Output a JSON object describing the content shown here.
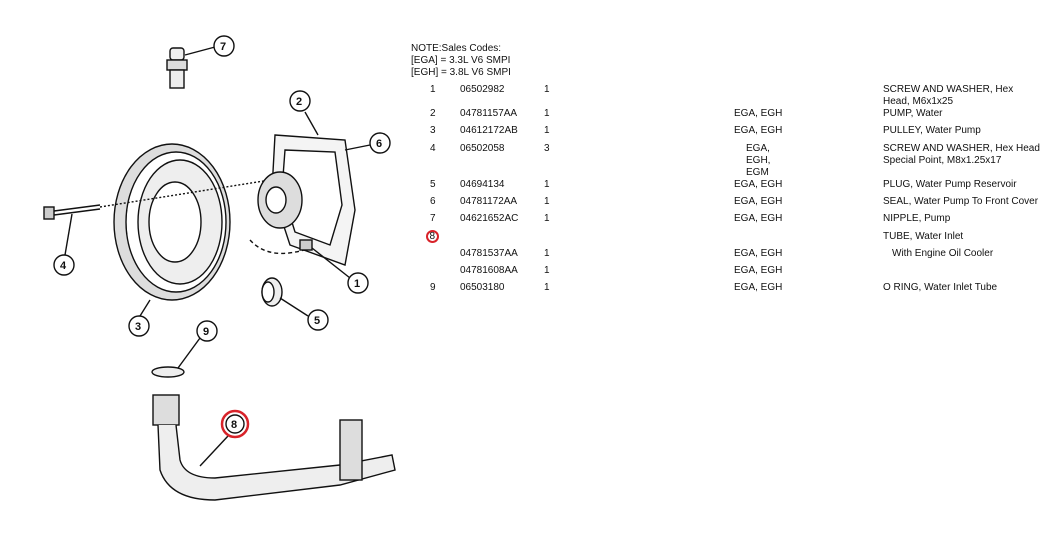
{
  "note": {
    "title": "NOTE:Sales Codes:",
    "lines": [
      "[EGA] = 3.3L V6 SMPI",
      "[EGH] = 3.8L V6 SMPI"
    ]
  },
  "parts": [
    {
      "ref": "1",
      "part": "06502982",
      "qty": "1",
      "codes": "",
      "desc": [
        "SCREW AND WASHER, Hex",
        "Head, M6x1x25"
      ]
    },
    {
      "ref": "2",
      "part": "04781157AA",
      "qty": "1",
      "codes": "EGA, EGH",
      "desc": [
        "PUMP, Water"
      ]
    },
    {
      "ref": "3",
      "part": "04612172AB",
      "qty": "1",
      "codes": "EGA, EGH",
      "desc": [
        "PULLEY, Water Pump"
      ]
    },
    {
      "ref": "4",
      "part": "06502058",
      "qty": "3",
      "codes": [
        "EGA,",
        "EGH,",
        "EGM"
      ],
      "desc": [
        "SCREW AND WASHER, Hex Head",
        "Special Point, M8x1.25x17"
      ]
    },
    {
      "ref": "5",
      "part": "04694134",
      "qty": "1",
      "codes": "EGA, EGH",
      "desc": [
        "PLUG, Water Pump Reservoir"
      ]
    },
    {
      "ref": "6",
      "part": "04781172AA",
      "qty": "1",
      "codes": "EGA, EGH",
      "desc": [
        "SEAL, Water Pump To Front Cover"
      ]
    },
    {
      "ref": "7",
      "part": "04621652AC",
      "qty": "1",
      "codes": "EGA, EGH",
      "desc": [
        "NIPPLE, Pump"
      ]
    },
    {
      "ref": "8",
      "part": "",
      "qty": "",
      "codes": "",
      "desc": [
        "TUBE, Water Inlet"
      ]
    },
    {
      "ref": "",
      "part": "04781537AA",
      "qty": "1",
      "codes": "EGA, EGH",
      "desc": [
        "With Engine Oil Cooler"
      ]
    },
    {
      "ref": "",
      "part": "04781608AA",
      "qty": "1",
      "codes": "EGA, EGH",
      "desc": [
        ""
      ]
    },
    {
      "ref": "9",
      "part": "06503180",
      "qty": "1",
      "codes": "EGA, EGH",
      "desc": [
        "O RING, Water Inlet Tube"
      ]
    }
  ],
  "callouts": [
    "1",
    "2",
    "3",
    "4",
    "5",
    "6",
    "7",
    "8",
    "9"
  ],
  "colors": {
    "highlight": "#d8232a"
  }
}
